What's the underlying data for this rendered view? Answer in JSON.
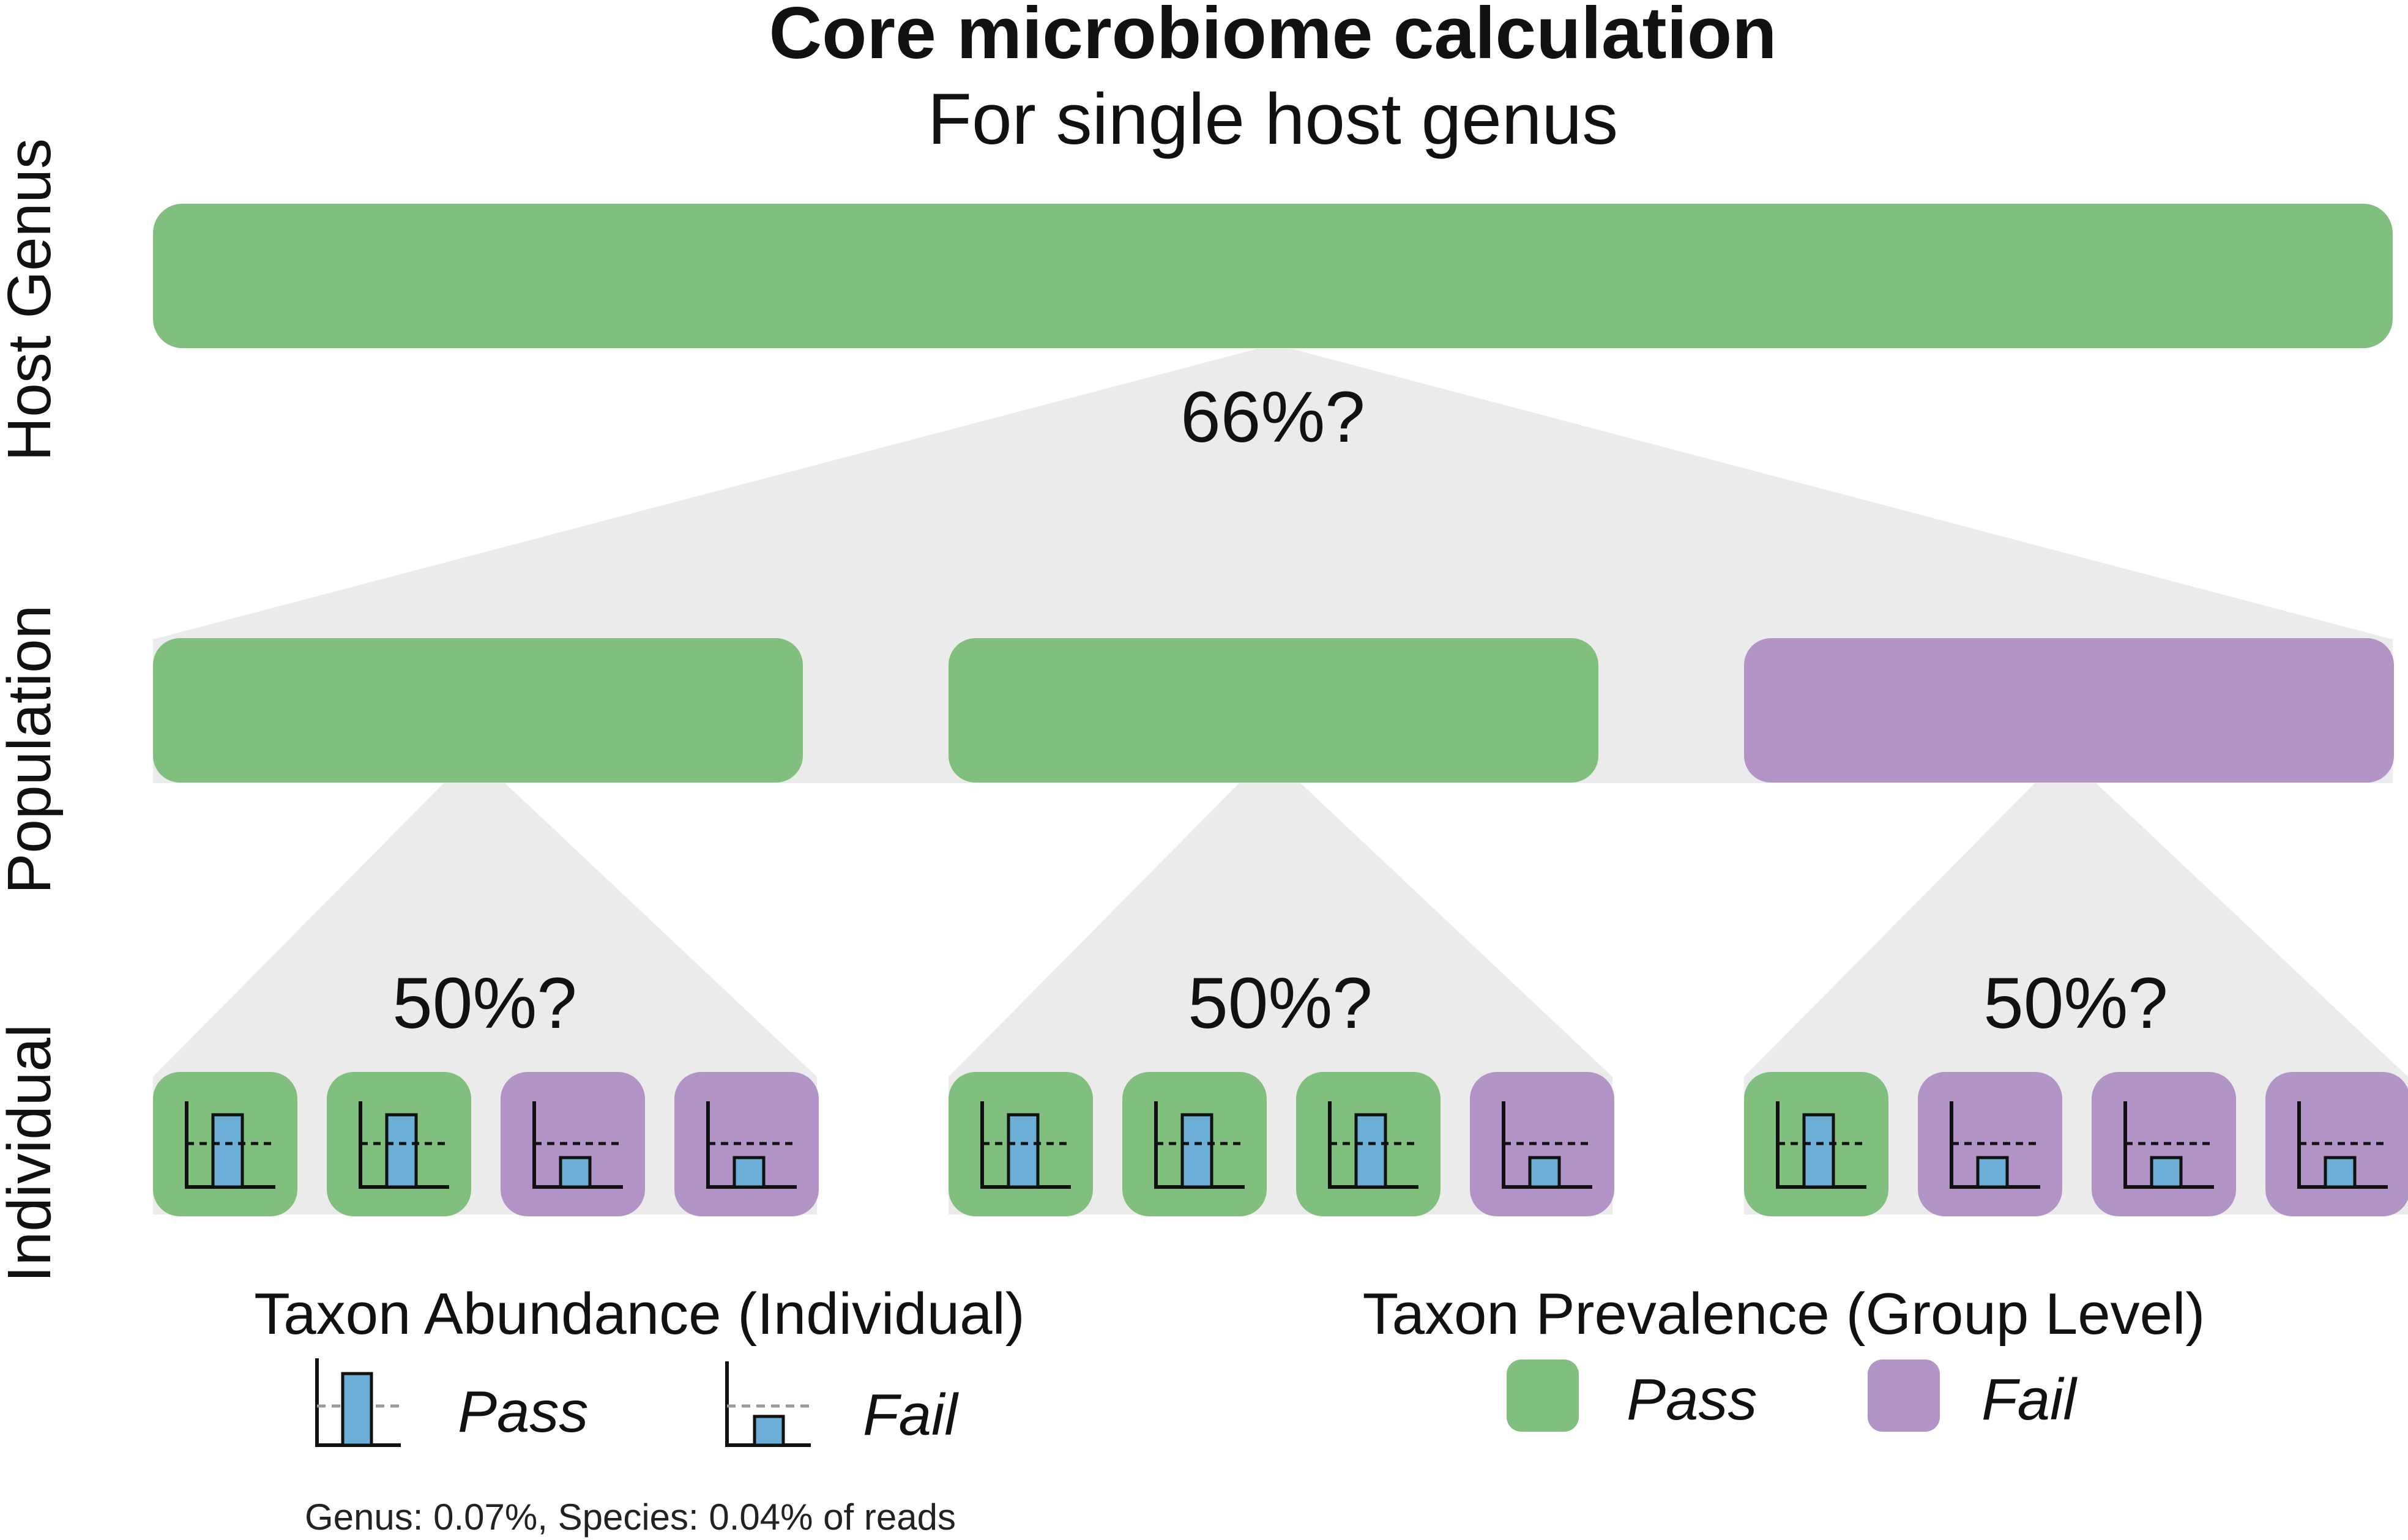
{
  "title": "Core microbiome calculation",
  "subtitle": "For single host genus",
  "levels": {
    "host_genus": "Host Genus",
    "population": "Population",
    "individual": "Individual"
  },
  "thresholds": {
    "host_genus": "66%?",
    "populations": [
      "50%?",
      "50%?",
      "50%?"
    ]
  },
  "host_genus_status": "pass",
  "populations": [
    {
      "status": "pass",
      "individuals": [
        "pass",
        "pass",
        "fail",
        "fail"
      ]
    },
    {
      "status": "pass",
      "individuals": [
        "pass",
        "pass",
        "pass",
        "fail"
      ]
    },
    {
      "status": "fail",
      "individuals": [
        "pass",
        "fail",
        "fail",
        "fail"
      ]
    }
  ],
  "legend": {
    "abundance": {
      "heading": "Taxon Abundance (Individual)",
      "pass_label": "Pass",
      "fail_label": "Fail"
    },
    "prevalence": {
      "heading": "Taxon Prevalence (Group Level)",
      "pass_label": "Pass",
      "fail_label": "Fail"
    },
    "footnote": "Genus: 0.07%, Species: 0.04% of reads"
  },
  "colors": {
    "pass": "#80BF7E",
    "fail": "#B294C6",
    "bar": "#6BAED6",
    "cone": "#EBEBEB"
  }
}
